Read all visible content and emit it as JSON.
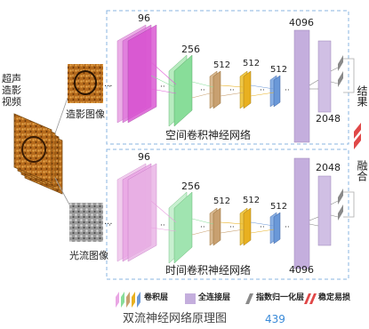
{
  "input": {
    "label": "超声造影视频"
  },
  "streams": {
    "spatial": {
      "input_label": "造影图像",
      "network_label": "空间卷积神经网络",
      "conv_sizes": [
        "96",
        "256",
        "512",
        "512",
        "512"
      ],
      "fc_sizes": [
        "4096",
        "2048"
      ]
    },
    "temporal": {
      "input_label": "光流图像",
      "network_label": "时间卷积神经网络",
      "conv_sizes": [
        "96",
        "256",
        "512",
        "512",
        "512"
      ],
      "fc_sizes": [
        "4096",
        "2048"
      ]
    }
  },
  "outputs": {
    "result": "结果",
    "fusion": "融合"
  },
  "legend": {
    "conv": "卷积层",
    "fc": "全连接层",
    "norm": "指数归一化层",
    "dropout": "稳定易损"
  },
  "caption": {
    "title": "双流神经网络原理图",
    "page_number": "439"
  },
  "colors": {
    "conv1": "#e060d8",
    "conv2": "#88dd99",
    "conv3": "#c8a070",
    "conv4": "#e8b020",
    "conv5": "#6a98d8",
    "fc": "#c4aedd",
    "norm": "#8a8a8a",
    "dropout": "#e04848",
    "frame": "#8ab4e0"
  }
}
